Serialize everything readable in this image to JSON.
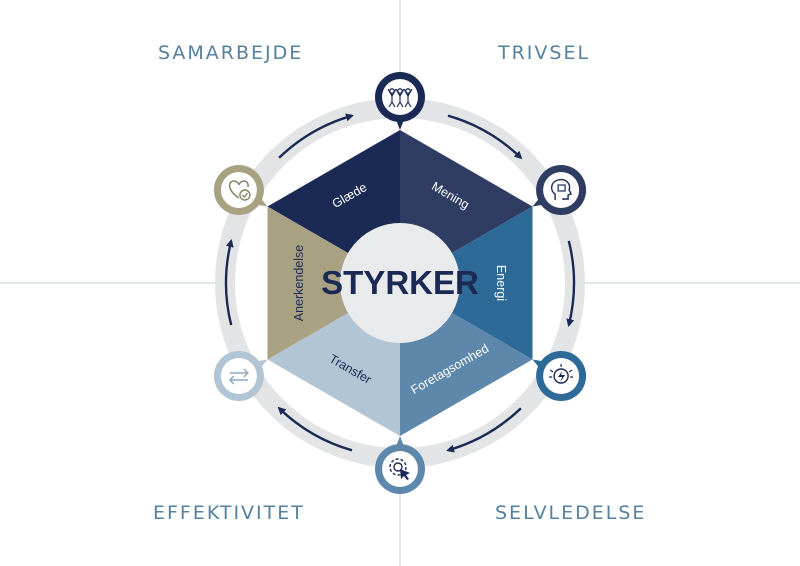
{
  "quadrants": {
    "top_left": "SAMARBEJDE",
    "top_right": "TRIVSEL",
    "bottom_left": "EFFEKTIVITET",
    "bottom_right": "SELVLEDELSE"
  },
  "center": {
    "label": "STYRKER"
  },
  "segments": [
    {
      "label": "Glæde",
      "color": "#1b2a55",
      "text_color": "#ffffff"
    },
    {
      "label": "Mening",
      "color": "#2f3d63",
      "text_color": "#ffffff"
    },
    {
      "label": "Energi",
      "color": "#2e6a98",
      "text_color": "#ffffff"
    },
    {
      "label": "Foretagsomhed",
      "color": "#5d87ab",
      "text_color": "#ffffff"
    },
    {
      "label": "Transfer",
      "color": "#b1c5d4",
      "text_color": "#1b2a55"
    },
    {
      "label": "Anerkendelse",
      "color": "#a8a283",
      "text_color": "#1b2a55"
    }
  ],
  "markers": [
    {
      "name": "people-celebrating-icon",
      "color": "#1b2a55"
    },
    {
      "name": "head-puzzle-icon",
      "color": "#2f3d63"
    },
    {
      "name": "lightning-bulb-icon",
      "color": "#2e6a98"
    },
    {
      "name": "cursor-target-icon",
      "color": "#5d87ab"
    },
    {
      "name": "transfer-arrows-icon",
      "color": "#b1c5d4"
    },
    {
      "name": "heart-check-icon",
      "color": "#a8a283"
    }
  ],
  "colors": {
    "ring": "#e3e4e6",
    "arrow": "#1b2a55",
    "quadrant_text": "#55809e",
    "divider": "#c5d3de",
    "center_fill": "#e9eaec",
    "center_text": "#1b2a55"
  }
}
